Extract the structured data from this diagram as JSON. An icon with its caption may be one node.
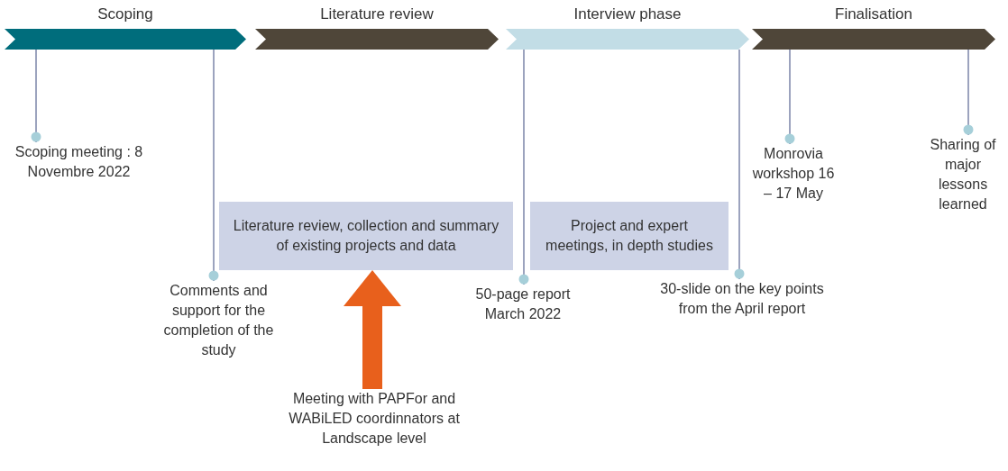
{
  "diagram": {
    "nodes": [
      {
        "text": [
          "Scoping"
        ]
      },
      {
        "text": [
          "Literature review"
        ]
      },
      {
        "text": [
          "Interview phase"
        ]
      },
      {
        "text": [
          "Finalisation"
        ]
      },
      {
        "text": [
          "Scoping meeting : 8 Novembre 2022"
        ]
      },
      {
        "text": [
          "Comments and support for the completion of the study"
        ]
      },
      {
        "text": [
          "Literature review, collection and summary of existing projects and data"
        ]
      },
      {
        "text": [
          "50-page report March 2022"
        ]
      },
      {
        "text": [
          "Project and expert meetings, in depth studies"
        ]
      },
      {
        "text": [
          "30-slide on the key points from the April report"
        ]
      },
      {
        "text": [
          "Monrovia workshop 16 – 17 May"
        ]
      },
      {
        "text": [
          "Sharing of major lessons learned"
        ]
      },
      {
        "text": [
          "Meeting with PAPFor and WABiLED coordinnators at Landscape level"
        ]
      }
    ],
    "edges": [
      {
        "from": 0,
        "to": 4,
        "arrow": "other"
      },
      {
        "from": 0,
        "to": 5,
        "arrow": "other"
      },
      {
        "from": 2,
        "to": 7,
        "arrow": "other"
      },
      {
        "from": 2,
        "to": 9,
        "arrow": "other"
      },
      {
        "from": 3,
        "to": 10,
        "arrow": "other"
      },
      {
        "from": 3,
        "to": 11,
        "arrow": "other"
      },
      {
        "from": 12,
        "to": 6,
        "arrow": "to",
        "style": "thick",
        "color": "#e8601c"
      }
    ]
  }
}
